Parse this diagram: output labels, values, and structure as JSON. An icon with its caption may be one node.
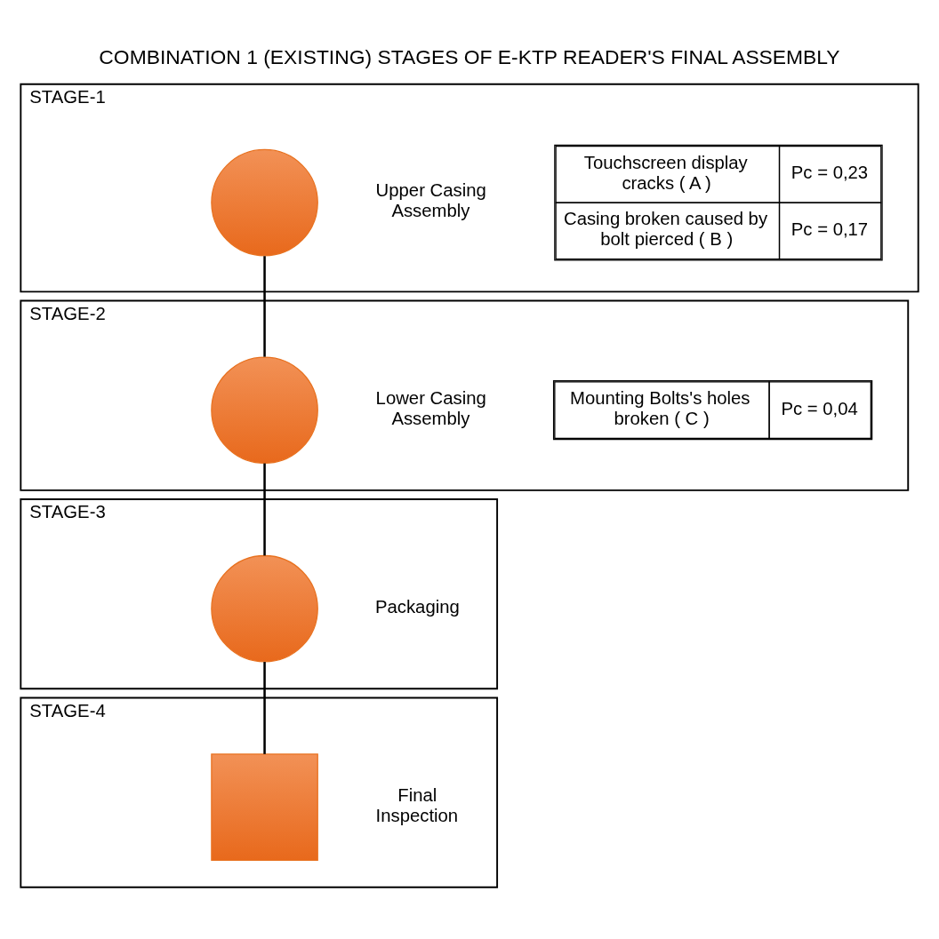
{
  "diagram": {
    "title": "COMBINATION 1 (EXISTING) STAGES OF E-KTP READER'S FINAL ASSEMBLY",
    "nodes": [
      {
        "text": [
          "STAGE-1"
        ]
      },
      {
        "text": [],
        "shape": "circle",
        "in": 0,
        "beside": [
          "Upper Casing Assembly"
        ]
      },
      {
        "text": [
          "STAGE-2"
        ]
      },
      {
        "text": [],
        "shape": "circle",
        "in": 2,
        "beside": [
          "Lower Casing Assembly"
        ]
      },
      {
        "text": [
          "STAGE-3"
        ]
      },
      {
        "text": [],
        "shape": "circle",
        "in": 4,
        "beside": [
          "Packaging"
        ]
      },
      {
        "text": [
          "STAGE-4"
        ]
      },
      {
        "text": [],
        "shape": "box",
        "in": 6,
        "beside": [
          "Final Inspection"
        ]
      }
    ],
    "edges": [
      {
        "from": 1,
        "to": 3,
        "arrow": "none"
      },
      {
        "from": 3,
        "to": 5,
        "arrow": "none"
      },
      {
        "from": 5,
        "to": 7,
        "arrow": "none"
      }
    ],
    "labels": [
      "Touchscreen display cracks ( A )",
      "Pc = 0,23",
      "Casing broken caused by bolt pierced ( B )",
      "Pc = 0,17",
      "Mounting Bolts's holes broken ( C )",
      "Pc = 0,04"
    ]
  }
}
